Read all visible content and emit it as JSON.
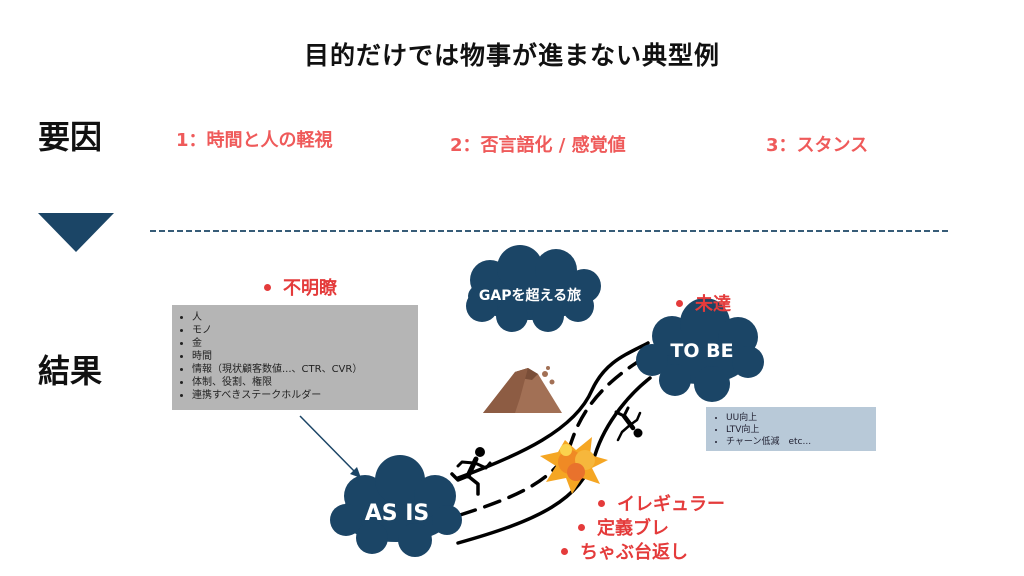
{
  "title": "目的だけでは物事が進まない典型例",
  "factors_label": "要因",
  "results_label": "結果",
  "factors": [
    "1：時間と人の軽視",
    "2：否言語化 / 感覚値",
    "3：スタンス"
  ],
  "gap_cloud": "GAPを超える旅",
  "as_is": "AS IS",
  "to_be": "TO BE",
  "unclear_label": "不明瞭",
  "unclear_items": [
    "人",
    "モノ",
    "金",
    "時間",
    "情報（現状顧客数値...、CTR、CVR）",
    "体制、役割、権限",
    "連携すべきステークホルダー"
  ],
  "unmet_label": "未達",
  "goal_items": [
    "UU向上",
    "LTV向上",
    "チャーン低減　etc..."
  ],
  "obstacles": [
    "イレギュラー",
    "定義ブレ",
    "ちゃぶ台返し"
  ],
  "colors": {
    "navy": "#1b4566",
    "red": "#e43b3b",
    "factor_red": "#ef5a5a",
    "grey_box": "#b5b5b5",
    "blue_box": "#b8c9d8"
  }
}
